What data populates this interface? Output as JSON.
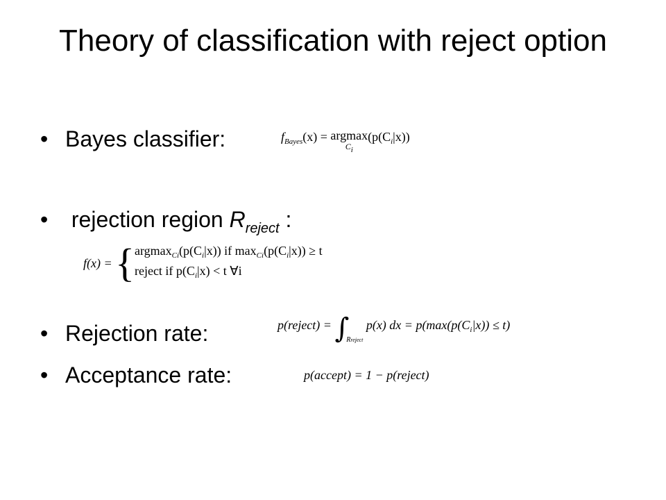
{
  "slide": {
    "title": "Theory of classification with reject option",
    "bullet_glyph": "•",
    "bullets": [
      {
        "label": "Bayes classifier:"
      },
      {
        "label_main": "rejection region ",
        "label_var": "R",
        "label_sub": "reject",
        "label_end": " :"
      },
      {
        "label": "Rejection rate:"
      },
      {
        "label": "Acceptance rate:"
      }
    ],
    "formulas": {
      "bayes": {
        "lhs_f": "f",
        "lhs_sub": "Bayes",
        "lhs_arg": "(x) = ",
        "op": "argmax",
        "op_under": "C",
        "op_under_sub": "i",
        "rhs": "(p(C",
        "rhs_sub": "i",
        "rhs_end": "|x))"
      },
      "reject_rule": {
        "lhs": "f(x) = ",
        "case1_a": "argmax",
        "case1_b": "C",
        "case1_b_sub": "i",
        "case1_c": "(p(C",
        "case1_c_sub": "i",
        "case1_d": "|x)) if  max",
        "case1_e": "C",
        "case1_e_sub": "i",
        "case1_f": "(p(C",
        "case1_f_sub": "i",
        "case1_g": "|x)) ≥ t",
        "case2_a": "reject if  p(C",
        "case2_a_sub": "i",
        "case2_b": "|x) < t ∀i"
      },
      "rejection_rate": {
        "lhs": "p(reject) = ",
        "integral": "∫",
        "int_sub": "R",
        "int_sub_sub": "reject",
        "rhs": " p(x) dx = p(max(p(C",
        "rhs_sub": "i",
        "rhs_end": "|x)) ≤ t)"
      },
      "acceptance_rate": {
        "text": "p(accept) = 1 − p(reject)"
      }
    }
  }
}
